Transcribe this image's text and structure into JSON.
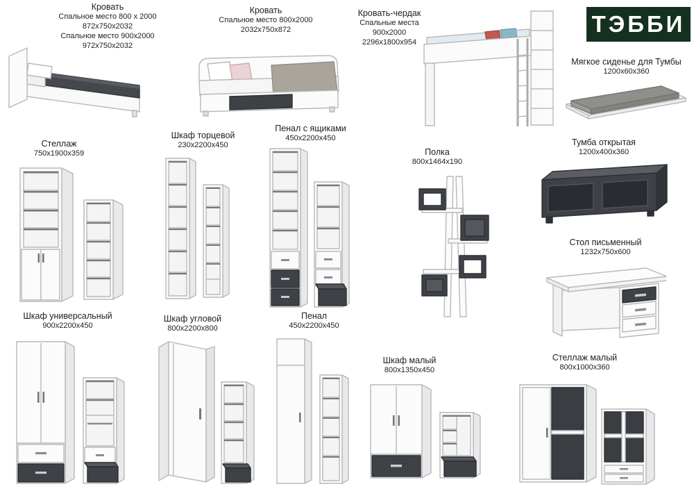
{
  "brand": {
    "name": "ТЭББИ",
    "bg_color": "#16301f",
    "text_color": "#ffffff"
  },
  "colors": {
    "furniture_white": "#fbfbfc",
    "graphite_dark": "#3e4146",
    "cushion_gray": "#8f8f8c",
    "pillow_pink": "#ecd2d6",
    "pillow_red": "#c05a50",
    "pillow_teal": "#8ab7c6"
  },
  "products": [
    {
      "title": "Кровать",
      "dims": [
        "Спальное место 800 х 2000",
        "872х750х2032",
        "Спальное место 900х2000",
        "972х750х2032"
      ]
    },
    {
      "title": "Кровать",
      "dims": [
        "Спальное место 800х2000",
        "2032х750х872"
      ]
    },
    {
      "title": "Кровать-чердак",
      "dims": [
        "Спальные места",
        "900х2000",
        "2296х1800х954"
      ]
    },
    {
      "title": "Мягкое сиденье для Тумбы",
      "dims": [
        "1200х60х360"
      ]
    },
    {
      "title": "Стеллаж",
      "dims": [
        "750х1900х359"
      ]
    },
    {
      "title": "Шкаф торцевой",
      "dims": [
        "230х2200х450"
      ]
    },
    {
      "title": "Пенал с ящиками",
      "dims": [
        "450х2200х450"
      ]
    },
    {
      "title": "Полка",
      "dims": [
        "800х1464х190"
      ]
    },
    {
      "title": "Тумба открытая",
      "dims": [
        "1200х400х360"
      ]
    },
    {
      "title": "Стол письменный",
      "dims": [
        "1232х750х600"
      ]
    },
    {
      "title": "Шкаф универсальный",
      "dims": [
        "900х2200х450"
      ]
    },
    {
      "title": "Шкаф угловой",
      "dims": [
        "800х2200х800"
      ]
    },
    {
      "title": "Пенал",
      "dims": [
        "450х2200х450"
      ]
    },
    {
      "title": "Шкаф малый",
      "dims": [
        "800х1350х450"
      ]
    },
    {
      "title": "Стеллаж малый",
      "dims": [
        "800х1000х360"
      ]
    }
  ]
}
